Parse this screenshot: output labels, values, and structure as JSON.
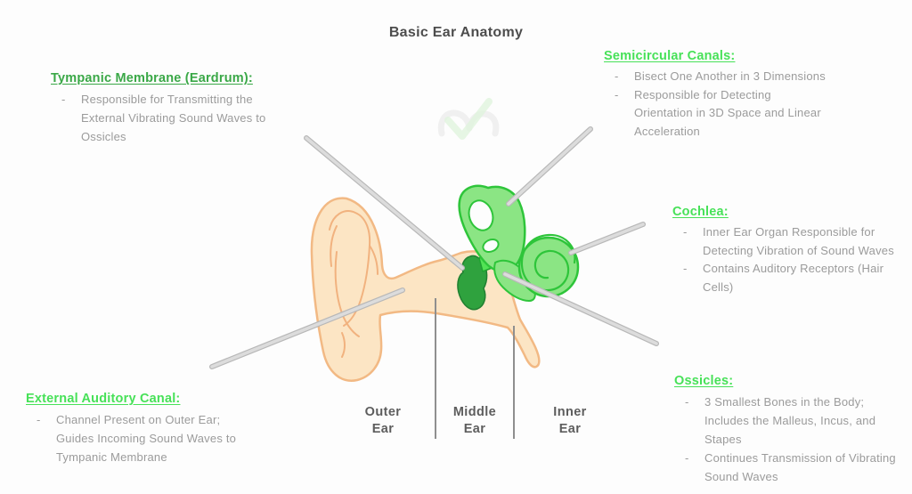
{
  "title": "Basic Ear Anatomy",
  "colors": {
    "heading_green": "#47e158",
    "heading_green_dark": "#3aa847",
    "body_gray": "#9b9b9b",
    "title_gray": "#4d4d4d",
    "label_gray": "#5d5d5d",
    "skin_fill": "#fce5c4",
    "skin_stroke": "#f2b984",
    "inner_ear_fill": "#8be584",
    "inner_ear_stroke": "#2ec53a",
    "eardrum_fill": "#2fa23e",
    "pointer_line_gray": "#c9c9c9"
  },
  "labels": {
    "tympanic": {
      "heading": "Tympanic Membrane (Eardrum):",
      "bullets": [
        "Responsible for Transmitting the External Vibrating Sound Waves to Ossicles"
      ]
    },
    "semicircular": {
      "heading": "Semicircular Canals:",
      "bullets": [
        "Bisect One Another in 3 Dimensions",
        "Responsible for Detecting Orientation in 3D Space and Linear Acceleration"
      ]
    },
    "cochlea": {
      "heading": "Cochlea:",
      "bullets": [
        "Inner Ear Organ Responsible for Detecting Vibration of Sound Waves",
        "Contains Auditory Receptors (Hair Cells)"
      ]
    },
    "ossicles": {
      "heading": "Ossicles:",
      "bullets": [
        "3 Smallest Bones in the Body; Includes the Malleus, Incus, and Stapes",
        "Continues Transmission of Vibrating Sound Waves"
      ]
    },
    "external": {
      "heading": "External Auditory Canal:",
      "bullets": [
        "Channel Present on Outer Ear; Guides Incoming Sound Waves to Tympanic Membrane"
      ]
    }
  },
  "regions": {
    "outer": "Outer Ear",
    "middle": "Middle Ear",
    "inner": "Inner Ear"
  }
}
